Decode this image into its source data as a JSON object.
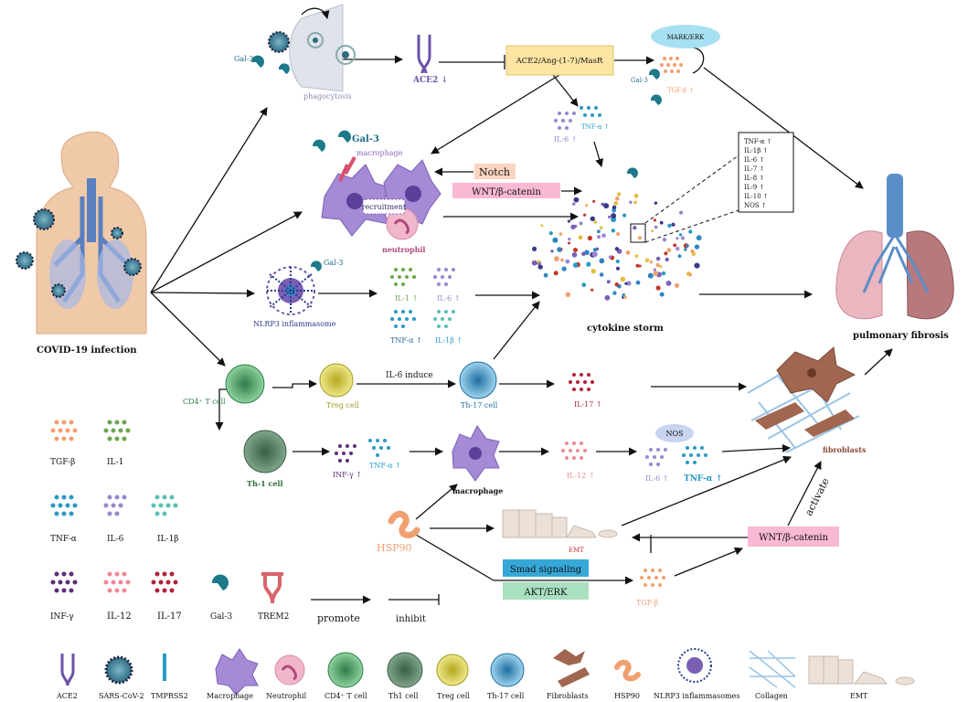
{
  "top": {
    "gal3_left": "Gal-3",
    "phagocytosis": "phagocytosis",
    "ace2_down": "ACE2 ↓",
    "ace2_box": "ACE2/Ang-(1-7)/MasR",
    "mark_erk": "MARK/ERK",
    "gal3_right": "Gal-3",
    "tgfb_up": "TGF-β ↑"
  },
  "macro": {
    "gal3": "Gal-3",
    "macrophage": "macrophage",
    "recruitment": "recruitment",
    "neutrophil": "neutrophil",
    "notch": "Notch",
    "wnt": "WNT/β-catenin",
    "il6_up": "IL-6 ↑",
    "tnfa_up": "TNF-α ↑"
  },
  "storm_list": [
    "TNF-α ↑",
    "IL-1β ↑",
    "IL-6 ↑",
    "IL-7 ↑",
    "IL-8 ↑",
    "IL-9 ↑",
    "IL-10 ↑",
    "NOS ↑"
  ],
  "nlrp3": {
    "gal3": "Gal-3",
    "label": "NLRP3 inflammasome",
    "il1": "IL-1 ↑",
    "il6": "IL-6 ↑",
    "tnfa": "TNF-α ↑",
    "il1b": "IL-1β ↑"
  },
  "main": {
    "covid": "COVID-19 infection",
    "cytokine_storm": "cytokine storm",
    "pulmonary_fibrosis": "pulmonary fibrosis",
    "fibroblasts": "fibroblasts"
  },
  "tcell": {
    "cd4": "CD4⁺ T cell",
    "treg": "Treg cell",
    "il6_induce": "IL-6 induce",
    "th17": "Th-17 cell",
    "il17": "IL-17 ↑",
    "th1": "Th-1  cell",
    "infg": "INF-γ ↑",
    "tnfa": "TNF-α ↑",
    "macrophage": "macrophage",
    "il12": "IL-12 ↑",
    "nos": "NOS",
    "il6": "IL-6 ↑",
    "tnfa2": "TNF-α ↑"
  },
  "lower": {
    "hsp90": "HSP90",
    "emt": "EMT",
    "smad": "Smad signaling",
    "akt": "AKT/ERK",
    "tgfb": "TGF-β",
    "wnt": "WNT/β-catenin",
    "activate": "activate"
  },
  "legend_cyto": {
    "tgfb": "TGF-β",
    "il1": "IL-1",
    "tnfa": "TNF-α",
    "il6": "IL-6",
    "il1b": "IL-1β",
    "infg": "INF-γ",
    "il12": "IL-12",
    "il17": "IL-17",
    "gal3": "Gal-3",
    "trem2": "TREM2",
    "promote": "promote",
    "inhibit": "inhibit"
  },
  "legend_bottom": [
    "ACE2",
    "SARS-CoV-2",
    "TMPRSS2",
    "Macrophage",
    "Neutrophil",
    "CD4⁺ T cell",
    "Th1  cell",
    "Treg cell",
    "Th-17 cell",
    "Fibroblasts",
    "HSP90",
    "NLRP3 inflammasomes",
    "Collagen",
    "EMT"
  ],
  "colors": {
    "purple": "#7b5fb5",
    "teal": "#2a8aa6",
    "green": "#6aa84f",
    "orange": "#f0a070",
    "red": "#c0392b",
    "pink": "#f4c2d2",
    "yellow_box": "#fde5a4",
    "blue": "#2e86c1"
  }
}
